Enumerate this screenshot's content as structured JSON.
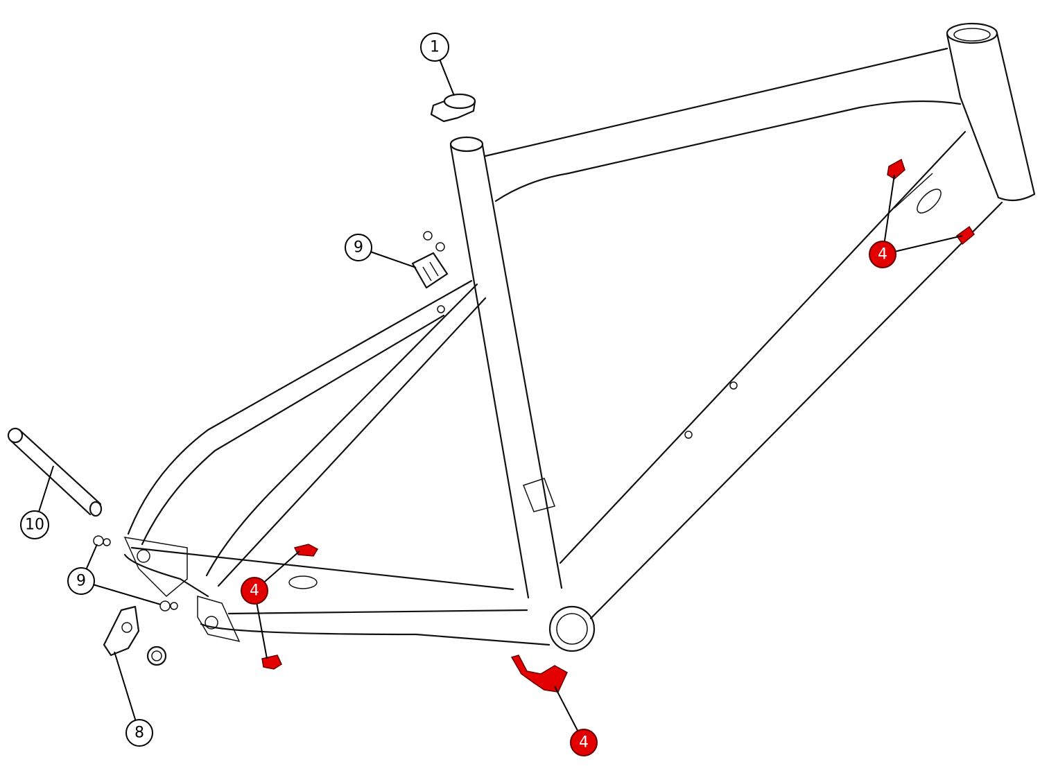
{
  "diagram": {
    "accent_color": "#e30000",
    "callouts": [
      {
        "id": "c1",
        "label": "1",
        "highlighted": false
      },
      {
        "id": "c9a",
        "label": "9",
        "highlighted": false
      },
      {
        "id": "c10",
        "label": "10",
        "highlighted": false
      },
      {
        "id": "c9b",
        "label": "9",
        "highlighted": false
      },
      {
        "id": "c8",
        "label": "8",
        "highlighted": false
      },
      {
        "id": "c4a",
        "label": "4",
        "highlighted": true
      },
      {
        "id": "c4b",
        "label": "4",
        "highlighted": true
      },
      {
        "id": "c4c",
        "label": "4",
        "highlighted": true
      }
    ]
  }
}
